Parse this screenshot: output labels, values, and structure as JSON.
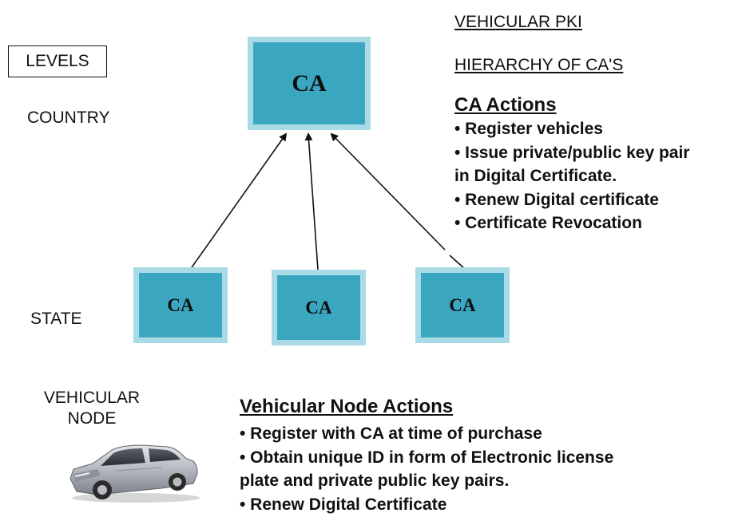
{
  "levels": {
    "header": "LEVELS",
    "country": "COUNTRY",
    "state": "STATE",
    "vehicular_node": [
      "VEHICULAR",
      "NODE"
    ]
  },
  "hierarchy": {
    "root": "CA",
    "children": [
      "CA",
      "CA",
      "CA"
    ]
  },
  "headers": {
    "title": "VEHICULAR PKI",
    "subtitle": "HIERARCHY OF CA'S"
  },
  "ca_actions": {
    "title": "CA Actions",
    "lines": [
      "• Register vehicles",
      "• Issue  private/public key pair",
      "in Digital Certificate.",
      "• Renew Digital certificate",
      "• Certificate Revocation"
    ]
  },
  "node_actions": {
    "title": "Vehicular Node Actions",
    "lines": [
      "• Register with CA at time of purchase",
      "• Obtain unique ID in form of Electronic license",
      "plate and private public key pairs.",
      "• Renew Digital Certificate"
    ]
  },
  "colors": {
    "ca_fill": "#3ba6bf",
    "ca_border": "#a9dbe6"
  },
  "icons": {
    "vehicle": "car-icon"
  }
}
